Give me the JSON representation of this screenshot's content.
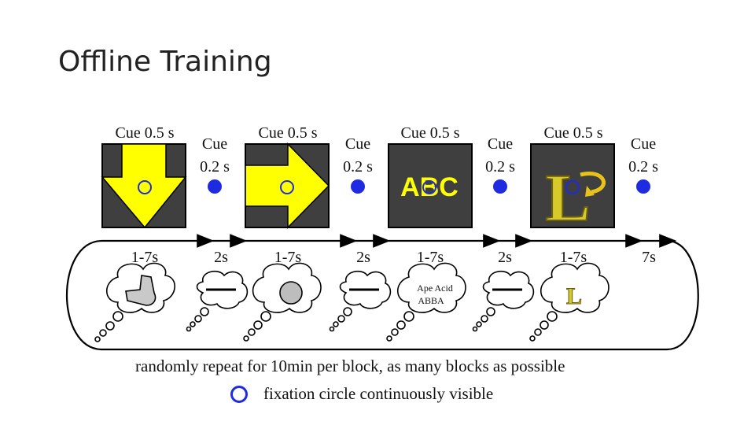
{
  "title": "Offline Training",
  "cues": [
    {
      "top": "Cue 0.5 s",
      "symbol": "arrow-down"
    },
    {
      "top": "Cue 0.5 s",
      "symbol": "arrow-right"
    },
    {
      "top": "Cue 0.5 s",
      "symbol": "text",
      "text": "ABC"
    },
    {
      "top": "Cue 0.5 s",
      "symbol": "letter",
      "text": "L"
    }
  ],
  "fixation_labels": [
    {
      "line1": "Cue",
      "line2": "0.2 s"
    },
    {
      "line1": "Cue",
      "line2": "0.2 s"
    },
    {
      "line1": "Cue",
      "line2": "0.2 s"
    },
    {
      "line1": "Cue",
      "line2": "0.2 s"
    }
  ],
  "timeline_labels": [
    "1-7s",
    "2s",
    "1-7s",
    "2s",
    "1-7s",
    "2s",
    "1-7s",
    "7s"
  ],
  "thought_texts": {
    "word_line1": "Ape Acid",
    "word_line2": "ABBA",
    "letter": "L"
  },
  "footer": {
    "repeat": "randomly repeat for 10min per block, as many blocks as possible",
    "legend": "fixation circle continuously visible"
  },
  "colors": {
    "cue_box": "#3f3f3f",
    "arrow": "#ffff00",
    "fixation": "#1f2be0",
    "letter": "#d8c92a"
  }
}
